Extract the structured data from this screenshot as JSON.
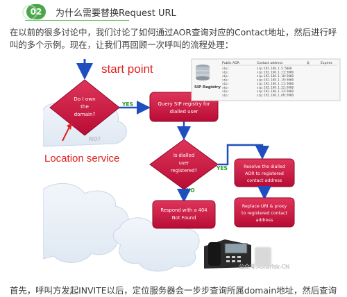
{
  "header": {
    "number": "02",
    "title": "为什么需要替换Request URL"
  },
  "intro": "在以前的很多讨论中，我们讨论了如何通过AOR查询对应的Contact地址，然后进行呼叫的多个示例。现在，让我们再回顾一次呼叫的流程处理：",
  "footer_text": "首先，呼叫方发起INVITE以后，定位服务器会一步步查询所属domain地址，然后查询注册",
  "diagram": {
    "start_label": "start point",
    "location_label": "Location service",
    "decision1": [
      "Do I own",
      "the",
      "domain?"
    ],
    "decision1_yes": "YES",
    "decision1_no": "NO?",
    "query_box": [
      "Query SIP registry for",
      "dialled user"
    ],
    "decision2": [
      "Is dialled",
      "user",
      "registered?"
    ],
    "decision2_yes": "YES",
    "decision2_no": "NO",
    "resolve_box": [
      "Resolve the dialled",
      "AOR to registered",
      "contact address"
    ],
    "replace_box": [
      "Replace URI & proxy",
      "to registered contact",
      "address"
    ],
    "respond_box": [
      "Respond with a 404",
      "Not Found"
    ],
    "registry_label": "SIP Registry",
    "table_headers": [
      "Public AOR",
      "Contact address",
      "Q",
      "Expires"
    ],
    "table_rows": [
      [
        "sip:",
        "sip:192.168.1.5:5060"
      ],
      [
        "sip:",
        "sip:192.168.1.13:5060"
      ],
      [
        "sip:",
        "sip:192.168.1.18:5060"
      ],
      [
        "sip:",
        "sip:192.168.1.19:5060"
      ],
      [
        "sip:",
        "sip:192.168.1.21:5060"
      ],
      [
        "sip:",
        "sip:192.168.1.22:5060"
      ],
      [
        "sip:",
        "sip:192.168.1.33:5060"
      ],
      [
        "sip:",
        "sip:192.168.1.68:5060"
      ]
    ],
    "watermark": "公众号:Asterisk-CN",
    "colors": {
      "accent_blue": "#1f4fbf",
      "box_red": "#c8123c",
      "label_red": "#e02020",
      "yes_green": "#2aa02a"
    }
  }
}
